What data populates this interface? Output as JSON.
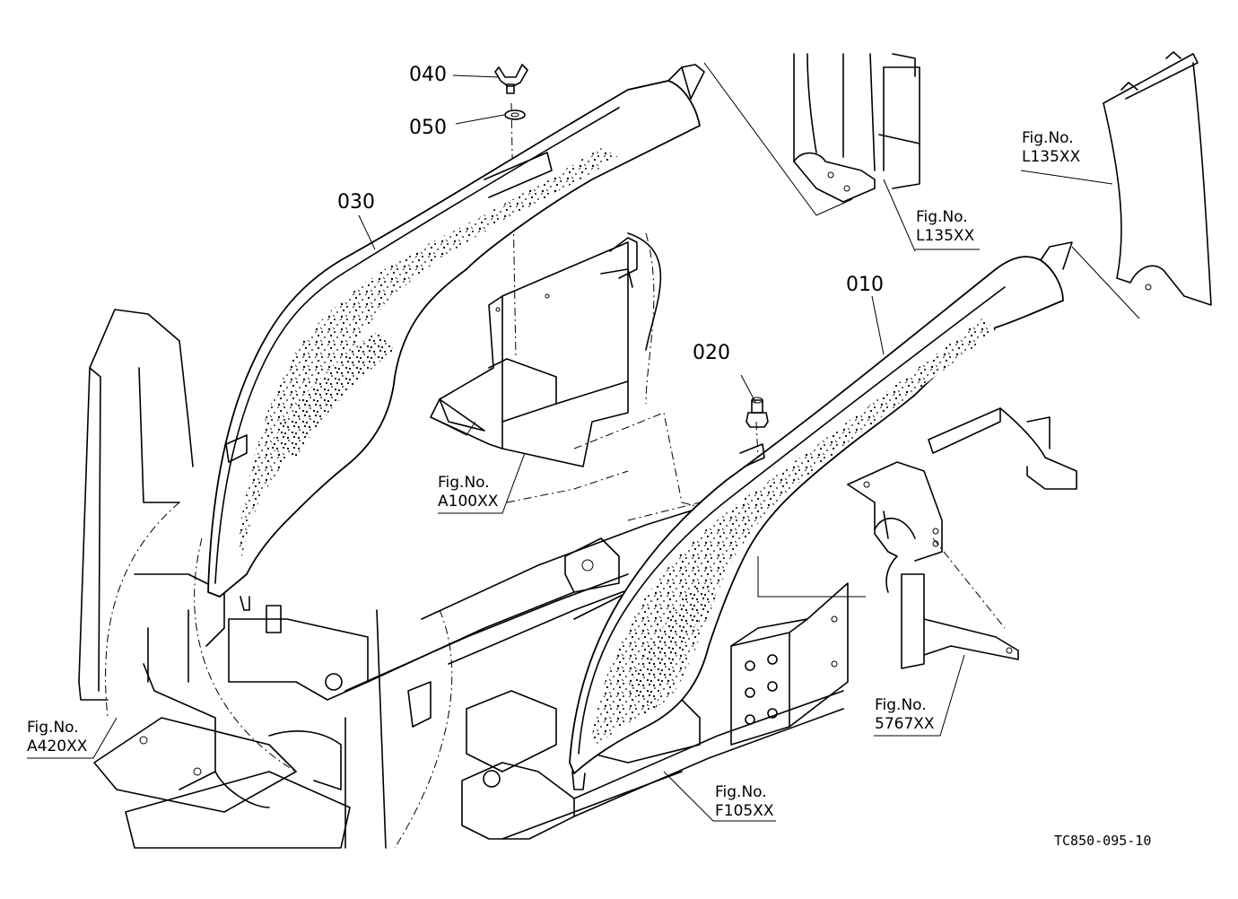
{
  "parts": {
    "p010": "010",
    "p020": "020",
    "p030": "030",
    "p040": "040",
    "p050": "050"
  },
  "figures": {
    "fig_l135_top": {
      "prefix": "Fig.No.",
      "code": "L135XX"
    },
    "fig_l135_right": {
      "prefix": "Fig.No.",
      "code": "L135XX"
    },
    "fig_a100": {
      "prefix": "Fig.No.",
      "code": "A100XX"
    },
    "fig_a420": {
      "prefix": "Fig.No.",
      "code": "A420XX"
    },
    "fig_5767": {
      "prefix": "Fig.No.",
      "code": "5767XX"
    },
    "fig_f105": {
      "prefix": "Fig.No.",
      "code": "F105XX"
    }
  },
  "drawing_code": "TC850-095-10"
}
